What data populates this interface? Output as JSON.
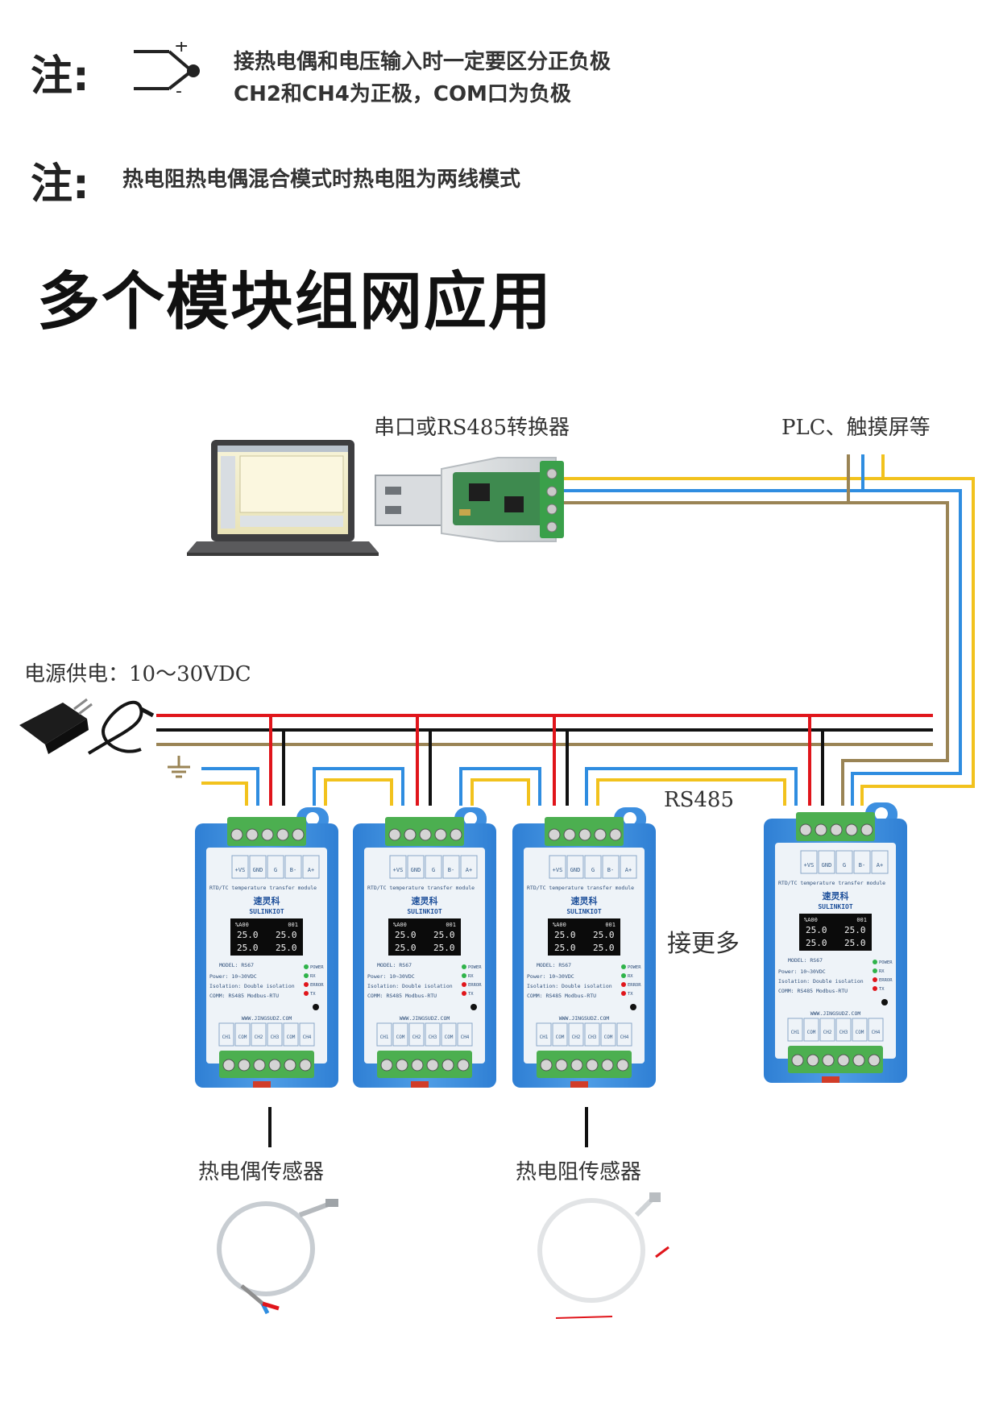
{
  "notes": {
    "note1_label": "注:",
    "note1_line1": "接热电偶和电压输入时一定要区分正负极",
    "note1_line2": "CH2和CH4为正极，COM口为负极",
    "note1_symbol_plus": "+",
    "note1_symbol_minus": "-",
    "note2_label": "注:",
    "note2_text": "热电阻热电偶混合模式时热电阻为两线模式"
  },
  "title": "多个模块组网应用",
  "diagram": {
    "converter_label": "串口或RS485转换器",
    "plc_label": "PLC、触摸屏等",
    "power_label": "电源供电：10～30VDC",
    "rs485_label": "RS485",
    "more_label": "接更多",
    "thermocouple_label": "热电偶传感器",
    "rtd_label": "热电阻传感器"
  },
  "module": {
    "top_terminals": [
      "+VS",
      "GND",
      "G",
      "B-",
      "A+"
    ],
    "type_line": "RTD/TC temperature transfer module",
    "brand_cn": "速灵科",
    "brand_en": "SULINKIOT",
    "display_header_left": "%A00",
    "display_header_right": "001",
    "display_values": [
      "25.0",
      "25.0",
      "25.0",
      "25.0"
    ],
    "model_line": "MODEL: RS67",
    "power_line": "Power: 10~30VDC",
    "isolation_line": "Isolation: Double isolation",
    "comm_line": "COMM: RS485 Modbus-RTU",
    "leds": [
      "POWER",
      "RX",
      "ERROR",
      "TX"
    ],
    "website": "WWW.JINGSUDZ.COM",
    "bottom_terminals": [
      "CH1",
      "COM",
      "CH2",
      "CH3",
      "COM",
      "CH4"
    ]
  },
  "colors": {
    "red": "#e0151b",
    "black": "#111111",
    "brown": "#9a8455",
    "blue": "#2f8de0",
    "yellow": "#f2c21d",
    "module_blue": "#3d8fe0",
    "terminal_green": "#4caf50"
  }
}
